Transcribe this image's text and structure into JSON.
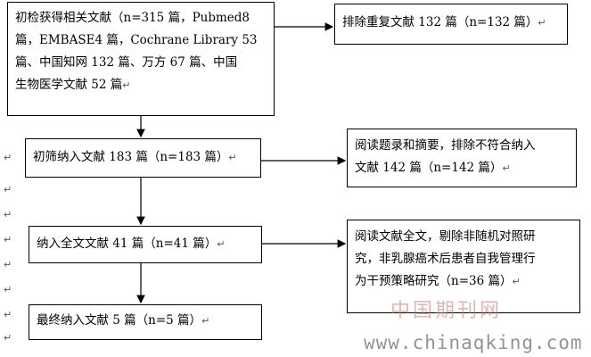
{
  "boxes": {
    "initial_screen": {
      "lines": [
        "初检获得相关文献（n=315 篇，Pubmed8",
        "篇，EMBASE4 篇，Cochrane Library 53",
        "篇、中国知网 132 篇、万方 67 篇、中国",
        "生物医学文献 52 篇"
      ]
    },
    "exclude_duplicates": {
      "lines": [
        "排除重复文献 132 篇（n=132 篇）"
      ]
    },
    "initial_include": {
      "lines": [
        "初筛纳入文献 183 篇（n=183 篇）"
      ]
    },
    "exclude_title_abstract": {
      "lines": [
        "阅读题录和摘要，排除不符合纳入",
        "文献 142 篇（n=142 篇）"
      ]
    },
    "fulltext_include": {
      "lines": [
        "纳入全文文献 41 篇（n=41 篇）"
      ]
    },
    "exclude_fulltext": {
      "lines": [
        "阅读文献全文，剔除非随机对照研",
        "究，非乳腺癌术后患者自我管理行",
        "为干预策略研究（n=36 篇）"
      ]
    },
    "final_include": {
      "lines": [
        "最终纳入文献 5 篇（n=5 篇）"
      ]
    }
  },
  "paragraph_mark": "↵",
  "watermark": {
    "cn": "中国期刊网",
    "url": "www.chinaqking.com"
  }
}
